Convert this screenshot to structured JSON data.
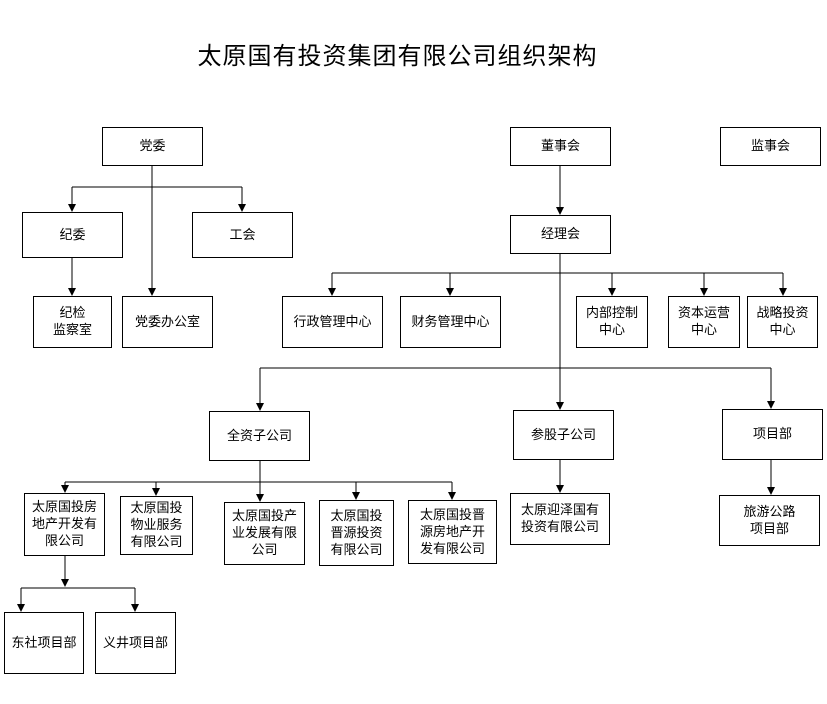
{
  "title": "太原国有投资集团有限公司组织架构",
  "nodes": {
    "dangwei": "党委",
    "dongshihui": "董事会",
    "jianshihui": "监事会",
    "jiwei": "纪委",
    "gonghui": "工会",
    "jingli": "经理会",
    "jijian": "纪检\n监察室",
    "dangban": "党委办公室",
    "xingzheng": "行政管理中心",
    "caiwu": "财务管理中心",
    "neibu": "内部控制\n中心",
    "ziben": "资本运营\n中心",
    "zhanlue": "战略投资\n中心",
    "quanzi": "全资子公司",
    "canzi": "参股子公司",
    "xiangmu": "项目部",
    "fangdi": "太原国投房\n地产开发有\n限公司",
    "wuye": "太原国投\n物业服务\n有限公司",
    "chanye": "太原国投产\n业发展有限\n公司",
    "jinyuan": "太原国投\n晋源投资\n有限公司",
    "jinyuan_fangdi": "太原国投晋\n源房地产开\n发有限公司",
    "yingze": "太原迎泽国有\n投资有限公司",
    "lvyou": "旅游公路\n项目部",
    "dongshe": "东社项目部",
    "yijing": "义井项目部"
  }
}
